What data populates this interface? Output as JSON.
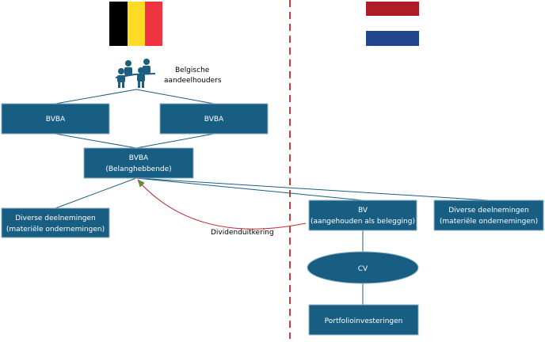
{
  "colors": {
    "node_fill": "#175e82",
    "node_border": "#8fb2c6",
    "connector": "#1b5f80",
    "divider": "#d0393f",
    "dividend_arrow": "#c0272d",
    "arrow_head": "#3fa33a",
    "flag_be": [
      "#000000",
      "#fdda24",
      "#ef3340"
    ],
    "flag_nl": [
      "#ae1c28",
      "#ffffff",
      "#21468b"
    ]
  },
  "flags": {
    "belgium": "Belgium flag",
    "netherlands": "Netherlands flag"
  },
  "shareholders": {
    "icon": "people-group-icon",
    "label_lines": [
      "Belgische",
      "aandeelhouders"
    ]
  },
  "nodes": {
    "bvba_left": {
      "lines": [
        "BVBA"
      ]
    },
    "bvba_right": {
      "lines": [
        "BVBA"
      ]
    },
    "bvba_main": {
      "lines": [
        "BVBA",
        "(Belanghebbende)"
      ]
    },
    "diverse_left": {
      "lines": [
        "Diverse deelnemingen",
        "(materiële ondernemingen)"
      ]
    },
    "bv": {
      "lines": [
        "BV",
        "(aangehouden als belegging)"
      ]
    },
    "diverse_right": {
      "lines": [
        "Diverse deelnemingen",
        "(materiële ondernemingen)"
      ]
    },
    "cv": {
      "lines": [
        "CV"
      ]
    },
    "portfolio": {
      "lines": [
        "Portfolioinvesteringen"
      ]
    }
  },
  "dividend_label": "Dividenduitkering"
}
